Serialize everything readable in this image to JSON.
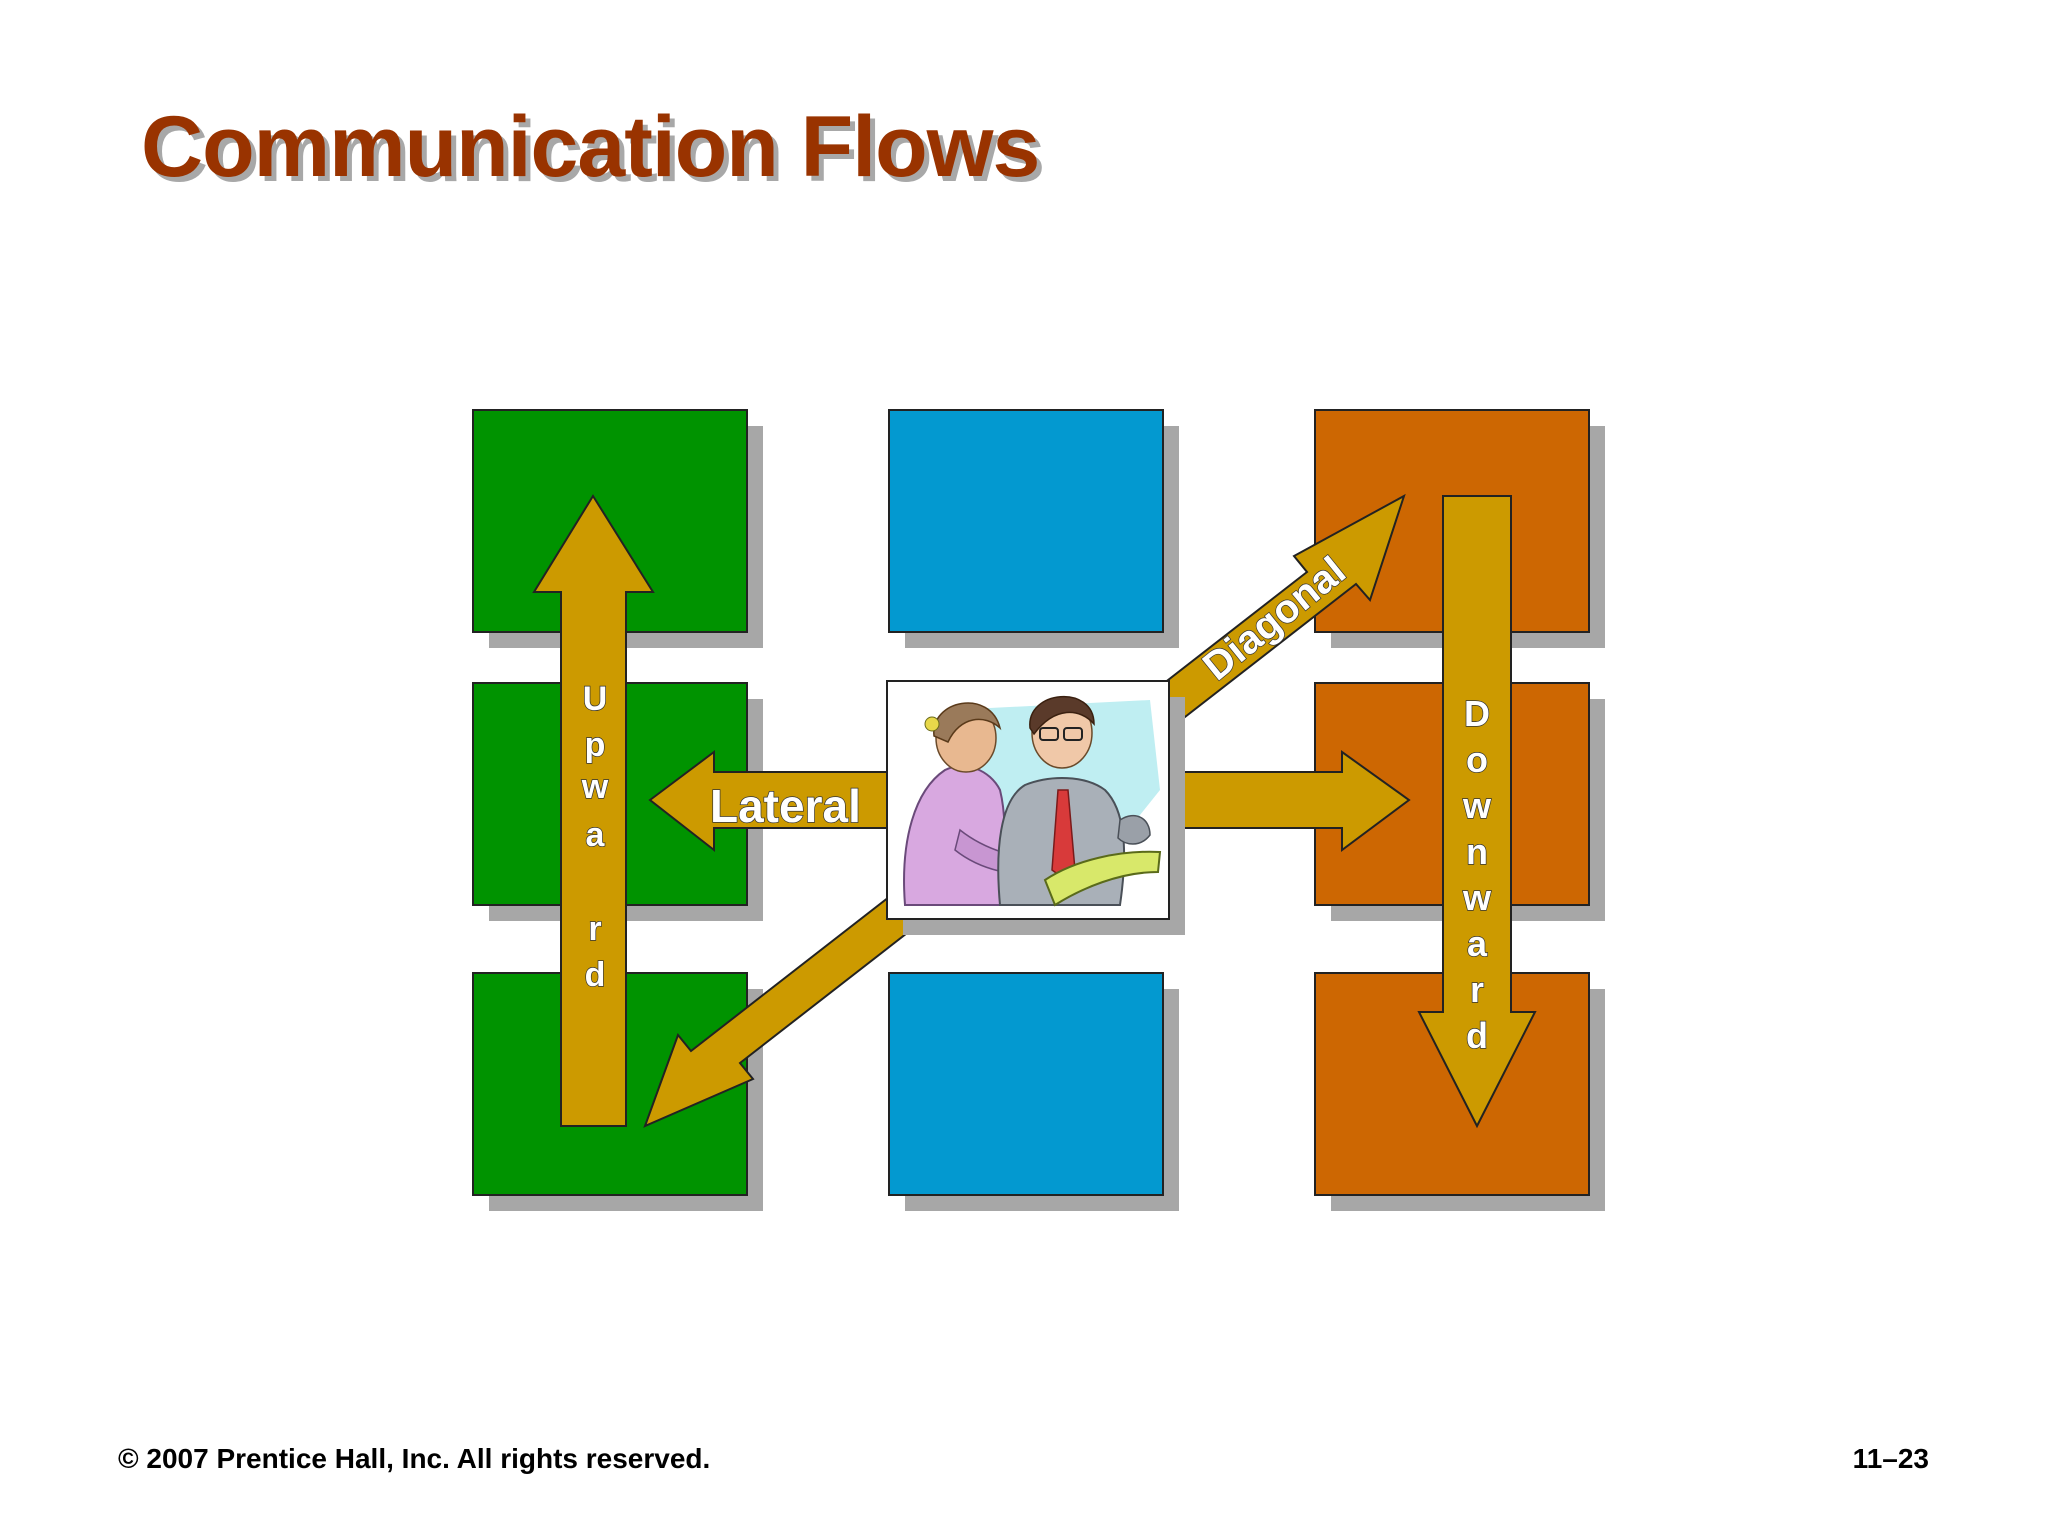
{
  "slide": {
    "title": "Communication Flows",
    "footer_copyright": "© 2007 Prentice Hall, Inc. All rights reserved.",
    "page_number": "11–23"
  },
  "diagram": {
    "arrows": {
      "upward": {
        "label_letters": [
          "U",
          "p",
          "w",
          "a",
          "r",
          "d"
        ]
      },
      "downward": {
        "label_letters": [
          "D",
          "o",
          "w",
          "n",
          "w",
          "a",
          "r",
          "d"
        ]
      },
      "lateral": {
        "label": "Lateral"
      },
      "diagonal": {
        "label": "Diagonal"
      }
    },
    "colors": {
      "left_column": "#009300",
      "middle_column": "#0399d0",
      "right_column": "#cd6702",
      "arrow_fill": "#cc9a00",
      "title": "#993300",
      "box_shadow": "#a7a7a7"
    },
    "center_image": "business-people-clipart"
  }
}
